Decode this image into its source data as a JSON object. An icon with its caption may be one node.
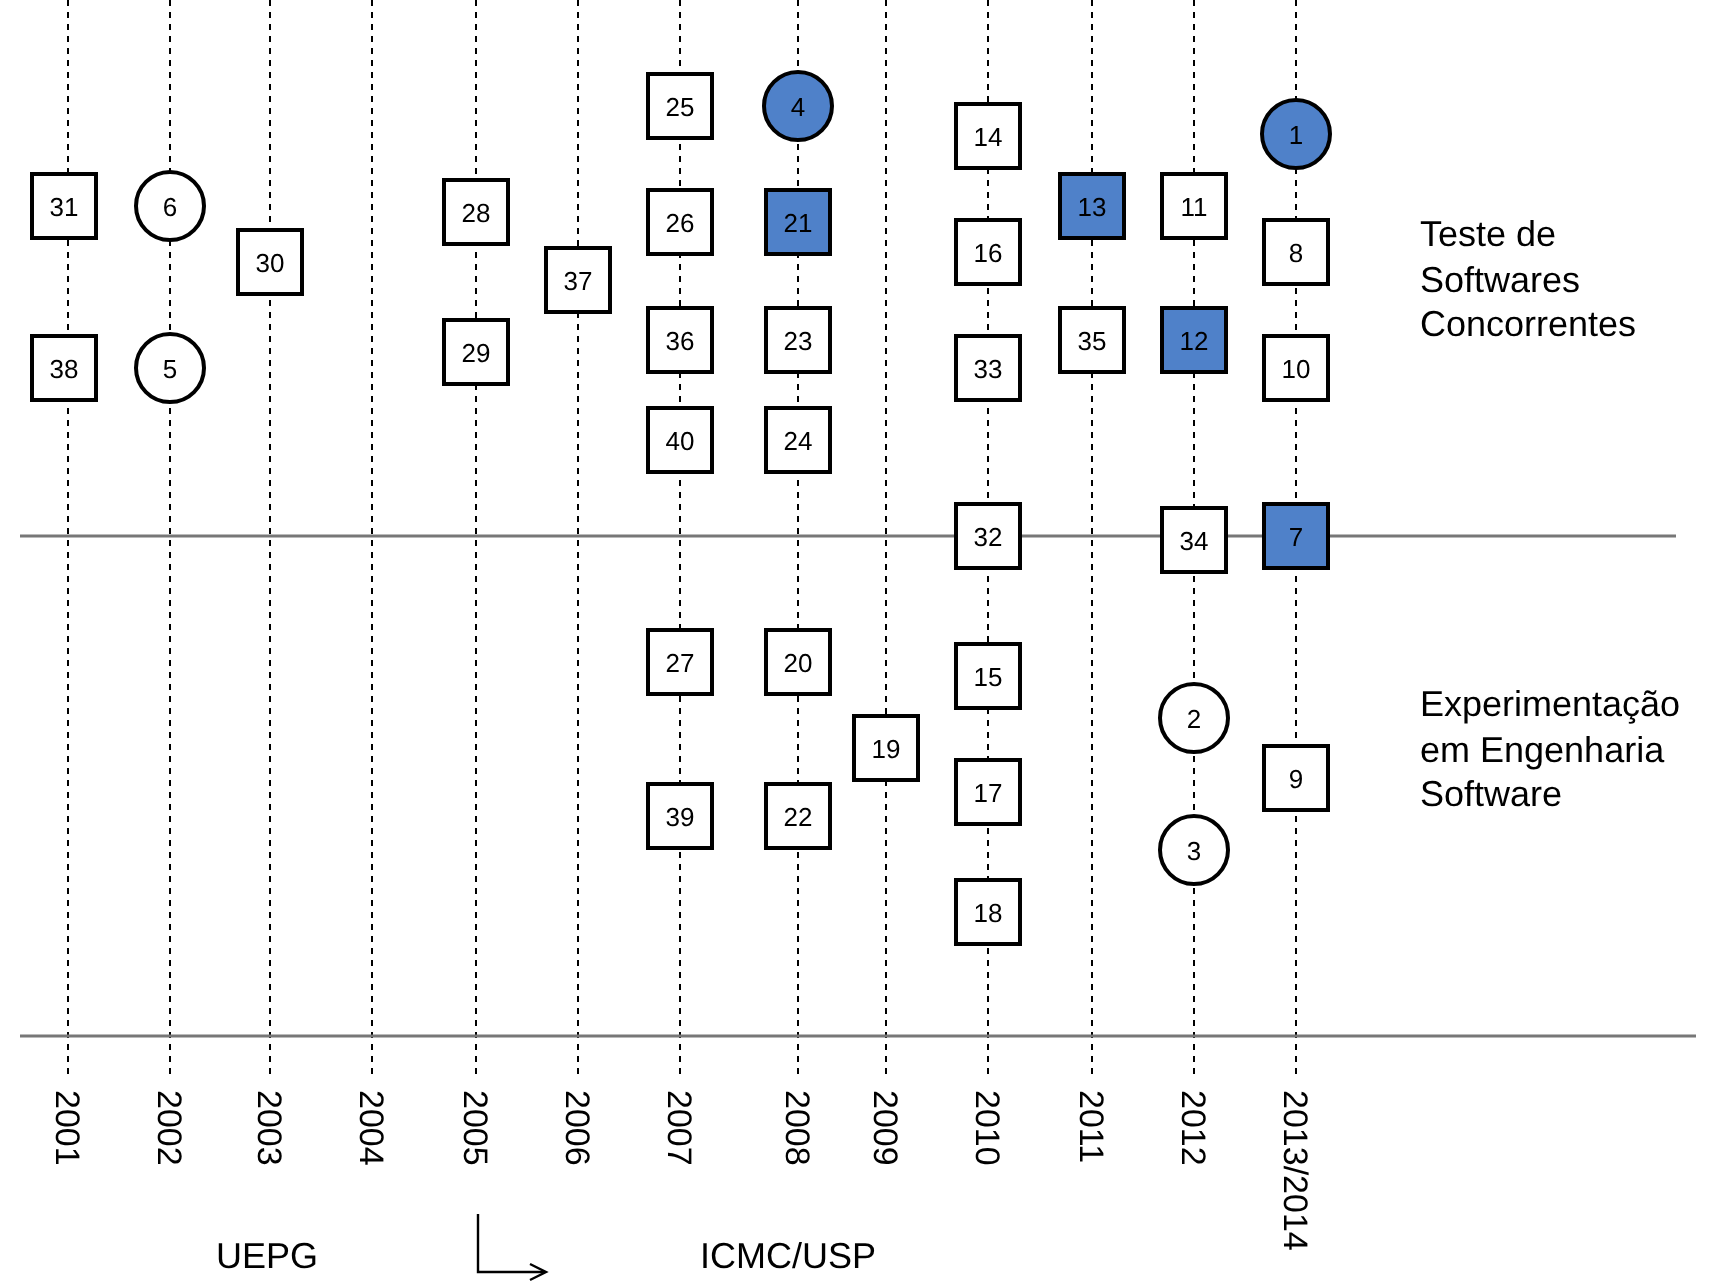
{
  "diagram": {
    "nodes": [
      {
        "text": [
          "25"
        ]
      },
      {
        "text": [
          "4"
        ]
      },
      {
        "text": [
          "1"
        ]
      },
      {
        "text": [
          "14"
        ]
      },
      {
        "text": [
          "31"
        ]
      },
      {
        "text": [
          "6"
        ]
      },
      {
        "text": [
          "28"
        ]
      },
      {
        "text": [
          "26"
        ]
      },
      {
        "text": [
          "21"
        ]
      },
      {
        "text": [
          "13"
        ]
      },
      {
        "text": [
          "11"
        ]
      },
      {
        "text": [
          "16"
        ]
      },
      {
        "text": [
          "8"
        ]
      },
      {
        "text": [
          "30"
        ]
      },
      {
        "text": [
          "37"
        ]
      },
      {
        "text": [
          "38"
        ]
      },
      {
        "text": [
          "5"
        ]
      },
      {
        "text": [
          "29"
        ]
      },
      {
        "text": [
          "36"
        ]
      },
      {
        "text": [
          "23"
        ]
      },
      {
        "text": [
          "33"
        ]
      },
      {
        "text": [
          "35"
        ]
      },
      {
        "text": [
          "12"
        ]
      },
      {
        "text": [
          "10"
        ]
      },
      {
        "text": [
          "40"
        ]
      },
      {
        "text": [
          "24"
        ]
      },
      {
        "text": [
          "32"
        ]
      },
      {
        "text": [
          "34"
        ]
      },
      {
        "text": [
          "7"
        ]
      },
      {
        "text": [
          "27"
        ]
      },
      {
        "text": [
          "20"
        ]
      },
      {
        "text": [
          "15"
        ]
      },
      {
        "text": [
          "2"
        ]
      },
      {
        "text": [
          "19"
        ]
      },
      {
        "text": [
          "9"
        ]
      },
      {
        "text": [
          "17"
        ]
      },
      {
        "text": [
          "39"
        ]
      },
      {
        "text": [
          "22"
        ]
      },
      {
        "text": [
          "3"
        ]
      },
      {
        "text": [
          "18"
        ]
      }
    ],
    "labels": [
      "Teste de Softwares Concorrentes",
      "Experimentação em Engenharia Software",
      "2001",
      "2002",
      "2003",
      "2004",
      "2005",
      "2006",
      "2007",
      "2008",
      "2009",
      "2010",
      "2011",
      "2012",
      "2013/2014",
      "UEPG",
      "ICMC/USP"
    ]
  }
}
